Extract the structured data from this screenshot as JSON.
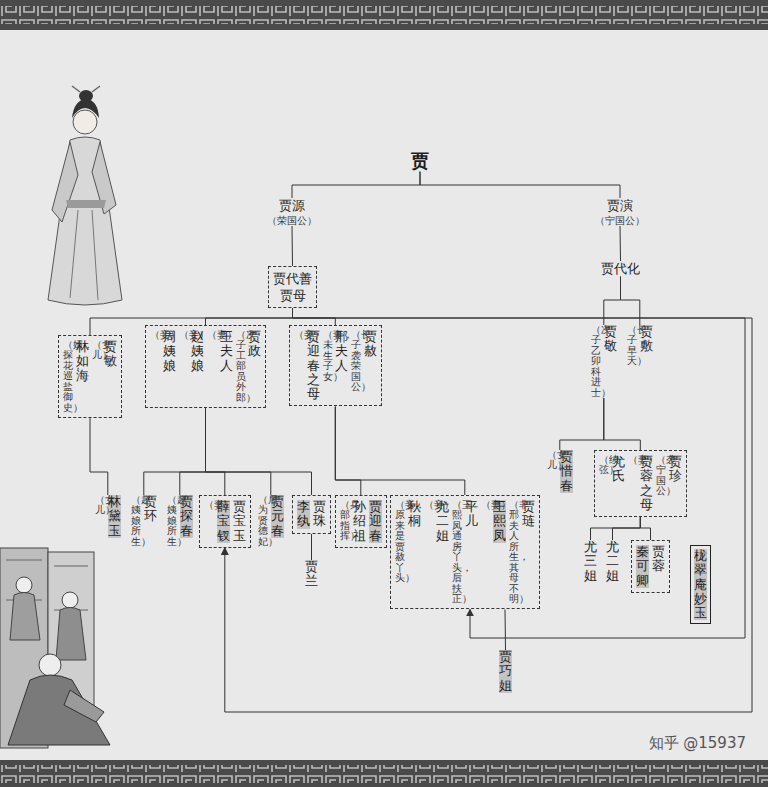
{
  "diagram": {
    "nodes": [
      {
        "text": [
          "贾"
        ]
      },
      {
        "text": [
          "贾源",
          "（荣国公）"
        ]
      },
      {
        "text": [
          "贾演",
          "（宁国公）"
        ]
      },
      {
        "text": [
          "贾代善",
          "贾母"
        ]
      },
      {
        "text": [
          "贾代化"
        ]
      },
      {
        "text": [
          "贾敷",
          "（长子，早夭）"
        ]
      },
      {
        "text": [
          "贾敬",
          "（次子，乙卯科进士）"
        ]
      },
      {
        "text": [
          "贾敏",
          "（女儿）",
          "林如海",
          "（婿，探花，巡盐御史）"
        ]
      },
      {
        "text": [
          "贾政",
          "（次子，工部员外郎）",
          "王夫人",
          "（妻）",
          "赵姨娘",
          "（妾）",
          "周姨娘",
          "（妾）"
        ]
      },
      {
        "text": [
          "贾赦",
          "（长子，袭荣国公）",
          "邢夫人",
          "（妻，未生子女）",
          "贾迎春之母",
          "（妾）"
        ]
      },
      {
        "text": [
          "贾惜春",
          "（女儿）"
        ]
      },
      {
        "text": [
          "贾珍",
          "（袭宁国公）",
          "贾蓉之母",
          "（妻）",
          "尤氏",
          "（续弦）"
        ]
      },
      {
        "text": [
          "林黛玉",
          "（女儿）"
        ]
      },
      {
        "text": [
          "贾环",
          "（赵姨娘所生）"
        ]
      },
      {
        "text": [
          "贾探春",
          "（赵姨娘所生）"
        ]
      },
      {
        "text": [
          "贾宝玉",
          "薛宝钗",
          "（妻）"
        ]
      },
      {
        "text": [
          "贾元春",
          "（后为贤德妃）"
        ]
      },
      {
        "text": [
          "贾珠",
          "李纨"
        ]
      },
      {
        "text": [
          "贾兰"
        ]
      },
      {
        "text": [
          "贾迎春",
          "孙绍祖",
          "（兵部指挥）"
        ]
      },
      {
        "text": [
          "贾琏",
          "（非邢夫人所生，其母不明）",
          "王熙凤",
          "（妻）",
          "平儿",
          "（王熙凤通房丫头，后扶正）",
          "尤二姐",
          "（妾）",
          "秋桐",
          "（妾，原来是贾赦丫头）"
        ]
      },
      {
        "text": [
          "贾巧姐"
        ]
      },
      {
        "text": [
          "尤二姐"
        ]
      },
      {
        "text": [
          "尤三姐"
        ]
      },
      {
        "text": [
          "贾蓉",
          "秦可卿"
        ]
      },
      {
        "text": [
          "栊翠庵妙玉"
        ]
      }
    ],
    "edges": [
      {
        "from": 0,
        "to": 1,
        "arrow": "none"
      },
      {
        "from": 0,
        "to": 2,
        "arrow": "none"
      },
      {
        "from": 1,
        "to": 3,
        "arrow": "none"
      },
      {
        "from": 2,
        "to": 4,
        "arrow": "none"
      },
      {
        "from": 3,
        "to": 7,
        "arrow": "none"
      },
      {
        "from": 3,
        "to": 8,
        "arrow": "none"
      },
      {
        "from": 3,
        "to": 9,
        "arrow": "none"
      },
      {
        "from": 4,
        "to": 5,
        "arrow": "none"
      },
      {
        "from": 4,
        "to": 6,
        "arrow": "none"
      },
      {
        "from": 6,
        "to": 10,
        "arrow": "none"
      },
      {
        "from": 6,
        "to": 11,
        "arrow": "none"
      },
      {
        "from": 7,
        "to": 12,
        "arrow": "none"
      },
      {
        "from": 8,
        "to": 13,
        "arrow": "none"
      },
      {
        "from": 8,
        "to": 14,
        "arrow": "none"
      },
      {
        "from": 8,
        "to": 15,
        "arrow": "none"
      },
      {
        "from": 8,
        "to": 16,
        "arrow": "none"
      },
      {
        "from": 8,
        "to": 17,
        "arrow": "none"
      },
      {
        "from": 9,
        "to": 19,
        "arrow": "none"
      },
      {
        "from": 9,
        "to": 20,
        "arrow": "none"
      },
      {
        "from": 17,
        "to": 18,
        "arrow": "none"
      },
      {
        "from": 20,
        "to": 21,
        "arrow": "none"
      },
      {
        "from": 11,
        "to": 22,
        "arrow": "none"
      },
      {
        "from": 11,
        "to": 23,
        "arrow": "none"
      },
      {
        "from": 11,
        "to": 24,
        "arrow": "none"
      },
      {
        "from": 3,
        "to": 15,
        "arrow": "to"
      },
      {
        "from": 3,
        "to": 20,
        "arrow": "to"
      }
    ],
    "labels": [
      "知乎 @15937"
    ]
  }
}
